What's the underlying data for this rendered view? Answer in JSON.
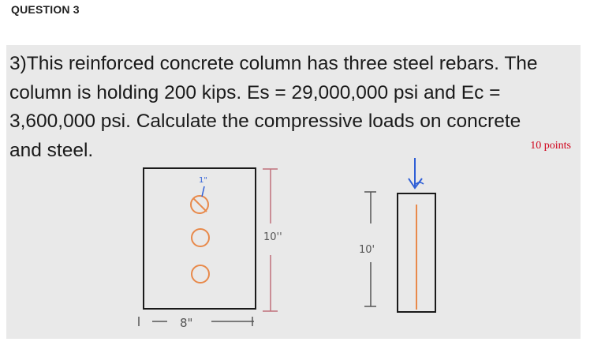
{
  "header": {
    "title": "QUESTION 3"
  },
  "question": {
    "lines": [
      "3)This reinforced concrete column has three steel rebars. The",
      "column is holding 200 kips. Es = 29,000,000 psi and Ec =",
      "3,600,000 psi. Calculate the compressive loads on concrete",
      "and steel."
    ],
    "points": "10 points"
  },
  "diagram": {
    "cross_section": {
      "rebar_spacing_label": "1\"",
      "height_label": "10''",
      "width_label": "8\""
    },
    "elevation": {
      "height_label": "10'"
    },
    "colors": {
      "section_outline": "#1a1a1a",
      "rebar": "#e8894a",
      "load_arrow": "#2f5fd6",
      "dimension_lines": "#c0707a"
    }
  }
}
